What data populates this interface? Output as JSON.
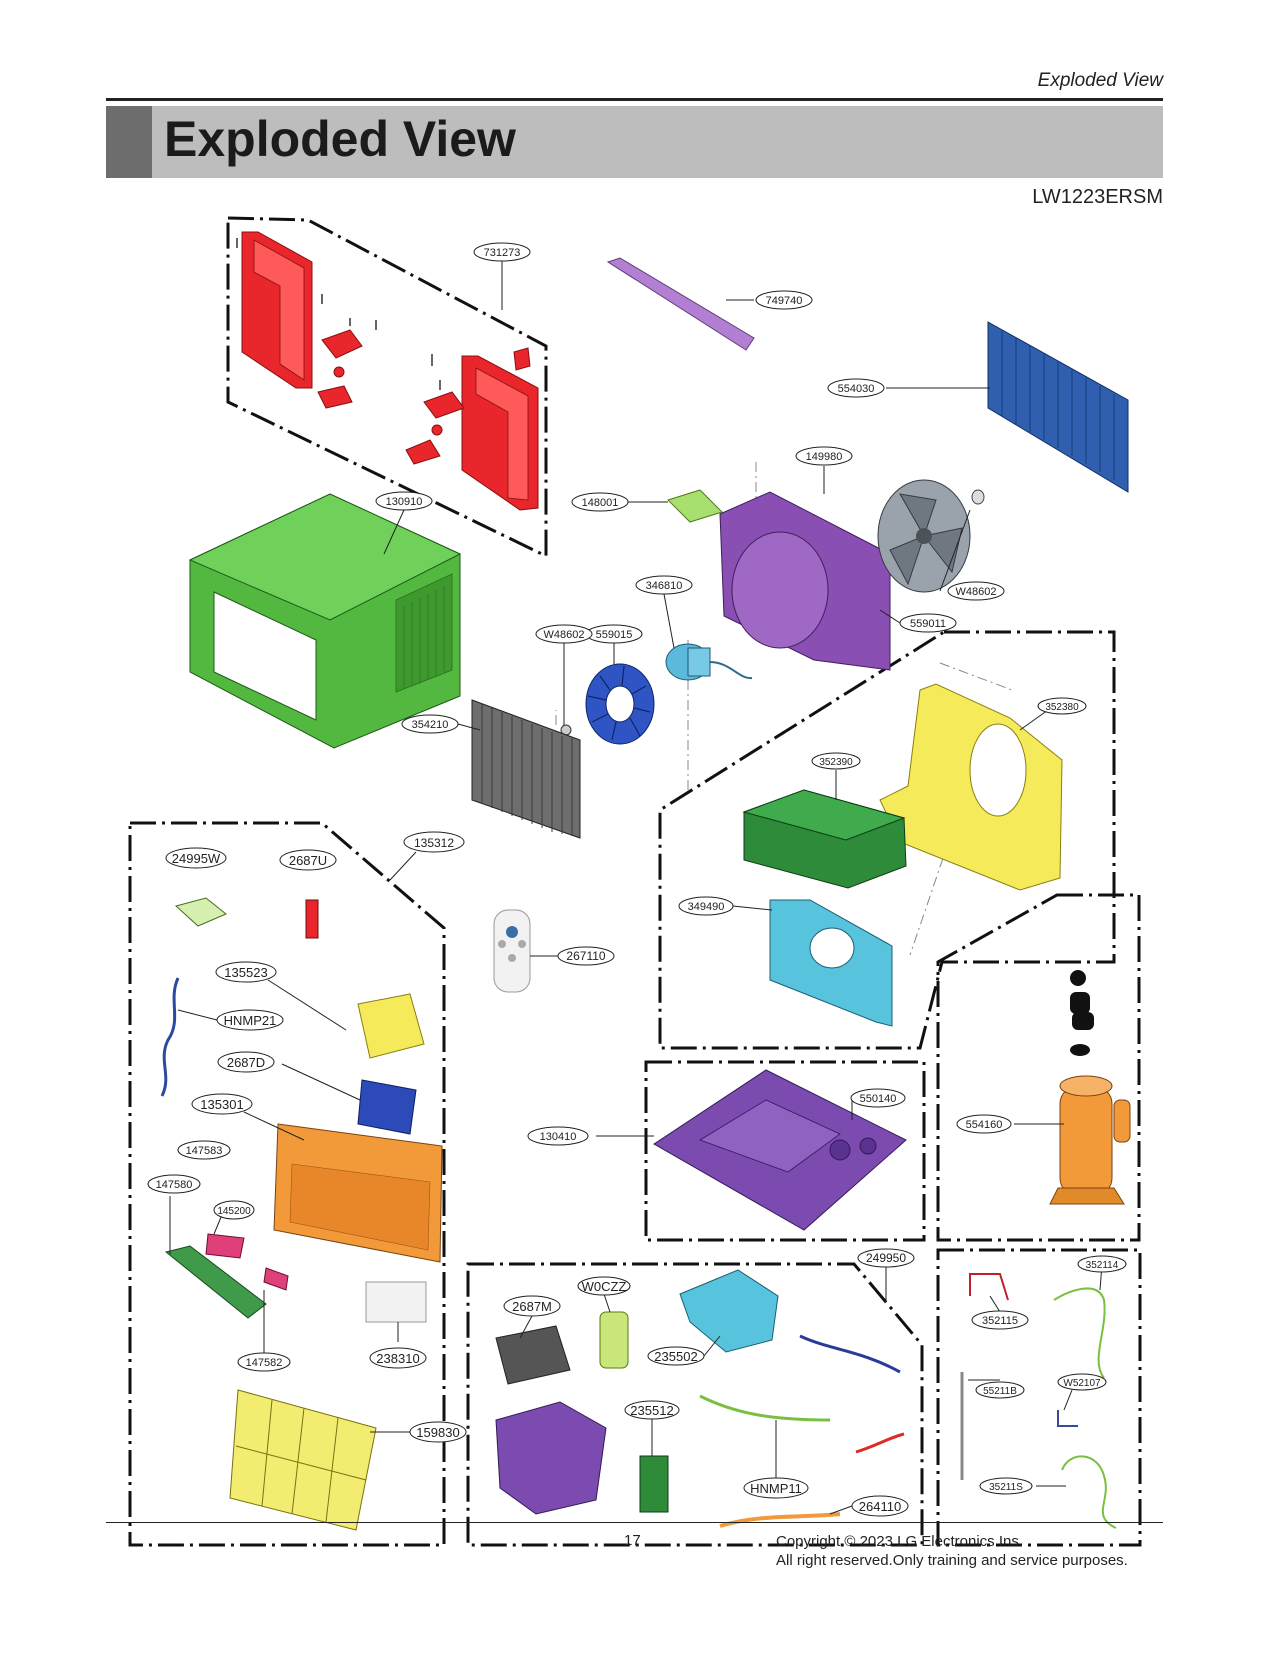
{
  "header": {
    "section_label": "Exploded View",
    "title": "Exploded View",
    "model": "LW1223ERSM"
  },
  "parts": [
    "731273",
    "749740",
    "554030",
    "149980",
    "148001",
    "130910",
    "W48602",
    "559015",
    "346810",
    "559011",
    "W48602",
    "354210",
    "352380",
    "352390",
    "135312",
    "24995W",
    "2687U",
    "349490",
    "267110",
    "135523",
    "HNMP21",
    "2687D",
    "135301",
    "550140",
    "130410",
    "554160",
    "147583",
    "147580",
    "145200",
    "249950",
    "W0CZZ",
    "2687M",
    "352114",
    "352115",
    "235502",
    "147582",
    "238310",
    "55211B",
    "W52107",
    "235512",
    "159830",
    "HNMP11",
    "35211S",
    "264110"
  ],
  "colors": {
    "banner_bg": "#bdbdbd",
    "banner_tab": "#6d6d6d",
    "red": "#e8262b",
    "purple_light": "#c49ad9",
    "purple": "#8a4fb3",
    "blue": "#2f5fae",
    "green": "#52b840",
    "purple_part": "#7b4bb0",
    "gray": "#666666",
    "yellow": "#f2e86a",
    "dark_green": "#2e8b3a",
    "light_blue": "#58c3dc",
    "orange": "#f29a3a",
    "pink": "#e0407a",
    "light_yellow": "#f2ec70"
  },
  "footer": {
    "page_number": "17",
    "copyright_line1": "Copyright © 2023 LG Electronics Ins.",
    "copyright_line2": "All right reserved.Only training and service purposes."
  }
}
